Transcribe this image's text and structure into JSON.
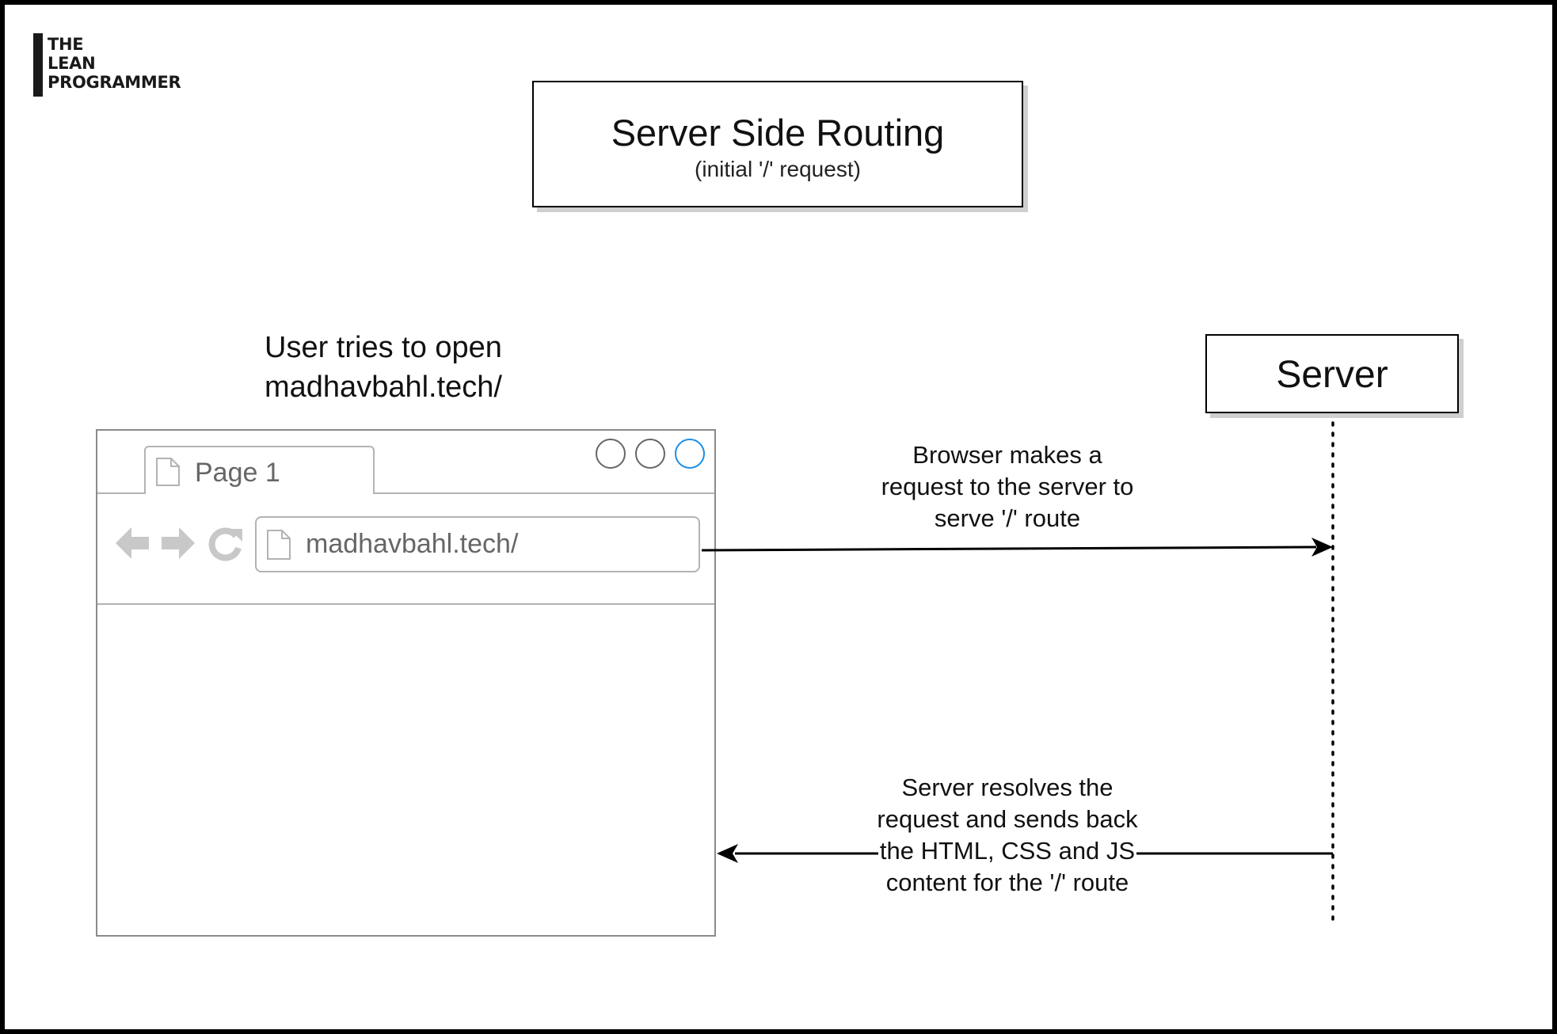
{
  "logo": {
    "lines": [
      "THE",
      "LEAN",
      "PROGRAMMER"
    ]
  },
  "title": {
    "main": "Server Side Routing",
    "sub": "(initial '/' request)"
  },
  "user_caption": {
    "line1": "User tries to open",
    "line2": "madhavbahl.tech/"
  },
  "server": {
    "label": "Server"
  },
  "browser": {
    "tab_label": "Page 1",
    "url": "madhavbahl.tech/",
    "icons": [
      "back-arrow-icon",
      "forward-arrow-icon",
      "reload-icon",
      "page-icon"
    ],
    "window_button_accent": "#1b8ee8"
  },
  "messages": {
    "request": [
      "Browser makes a",
      "request to the server to",
      "serve '/' route"
    ],
    "response": [
      "Server resolves the",
      "request and sends back",
      "the HTML, CSS and JS",
      "content for the '/' route"
    ]
  }
}
